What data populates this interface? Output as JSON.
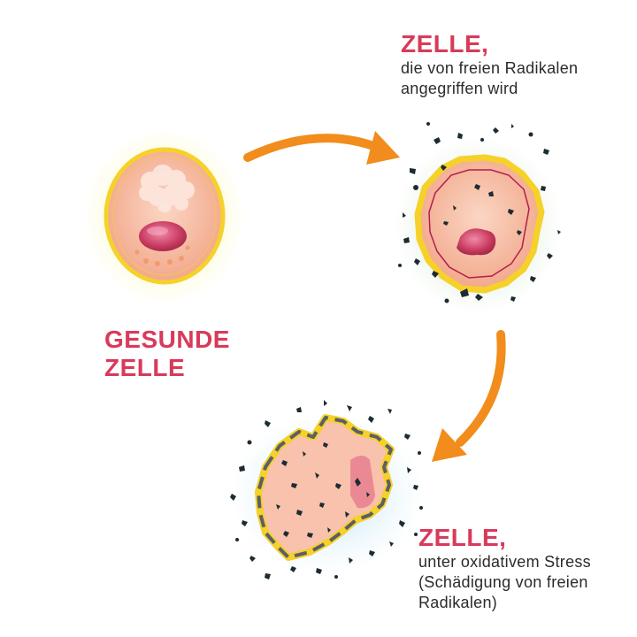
{
  "labels": {
    "healthy": {
      "line1": "GESUNDE",
      "line2": "ZELLE"
    },
    "attacked": {
      "title": "ZELLE,",
      "line1": "die von freien Radikalen",
      "line2": "angegriffen wird"
    },
    "stressed": {
      "title": "ZELLE,",
      "line1": "unter oxidativem Stress",
      "line2": "(Schädigung von freien",
      "line3": "Radikalen)"
    }
  },
  "colors": {
    "heading": "#d93a5b",
    "text": "#2b2b2b",
    "arrow": "#f28c1c",
    "membrane": "#f5d12a",
    "cytoplasm": "#f6b49a",
    "nucleus": "#d2486a",
    "radical": "#1d2b33"
  }
}
